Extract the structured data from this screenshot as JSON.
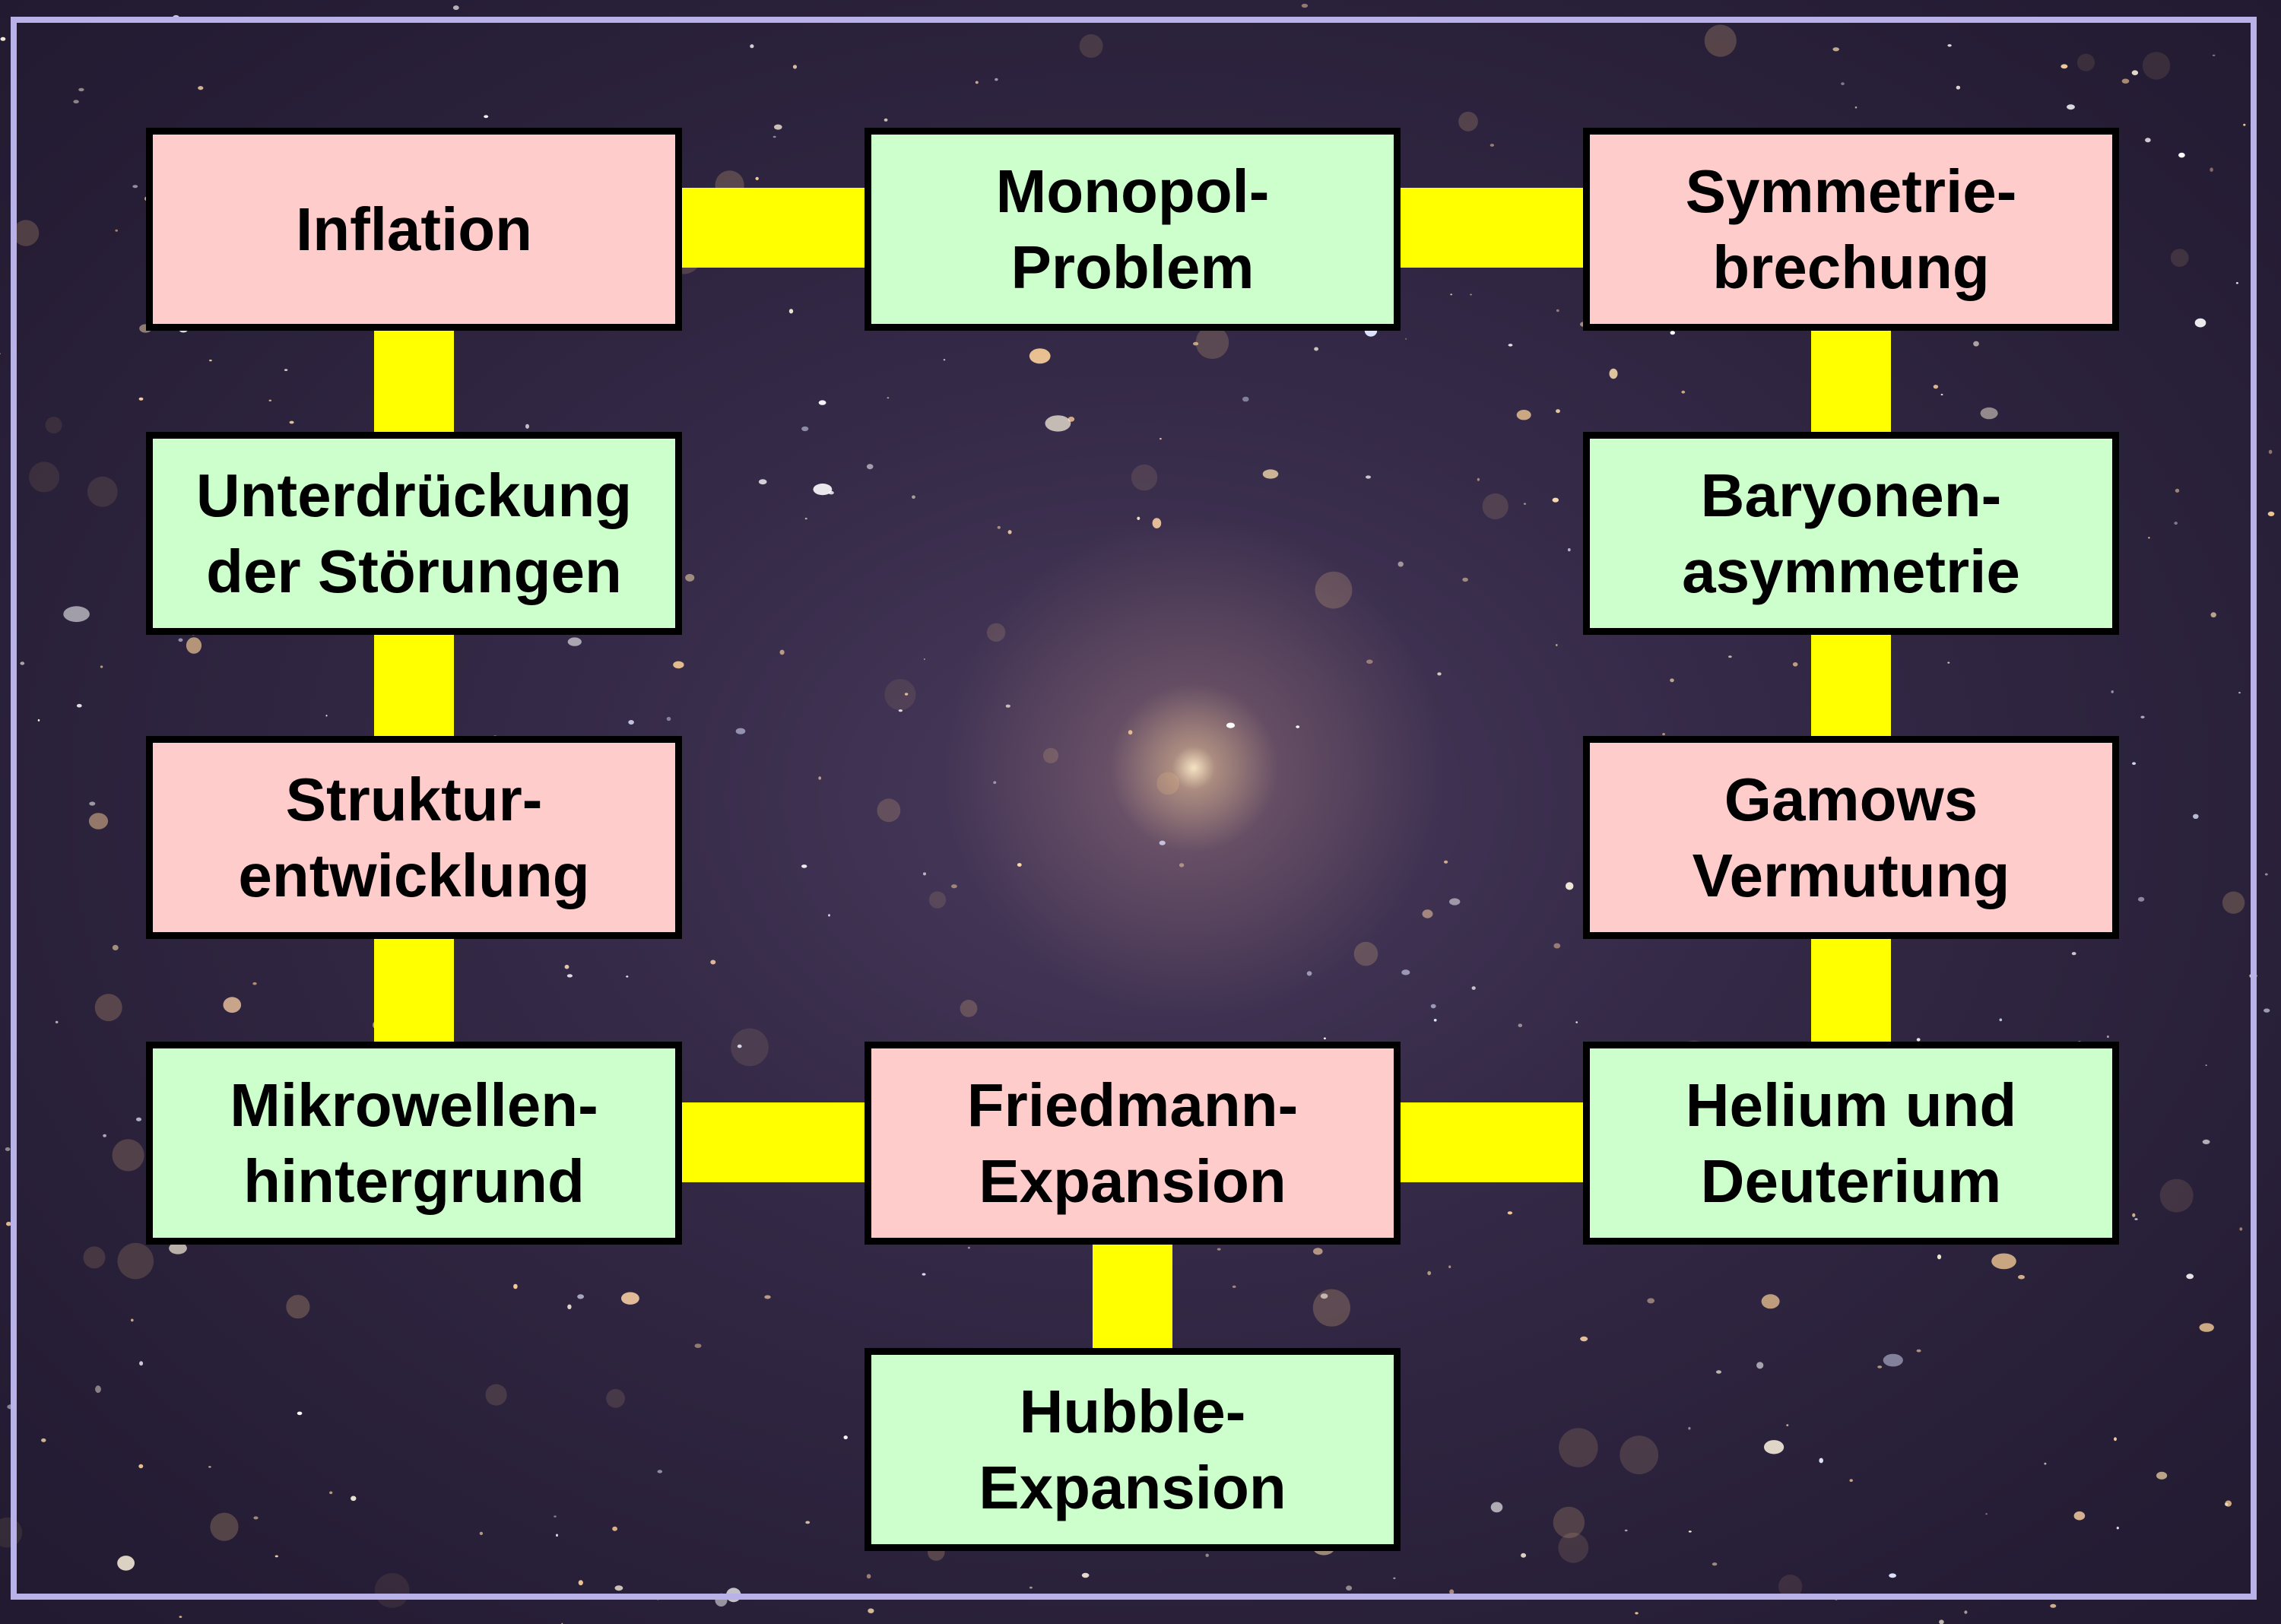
{
  "colors": {
    "pink": "#ffcccc",
    "green": "#ccffcc",
    "connector": "#ffff00",
    "border": "#000000",
    "frame": "#b9b2e8"
  },
  "nodes": {
    "inflation": {
      "text": "Inflation",
      "color": "pink"
    },
    "monopol": {
      "text": "Monopol-\nProblem",
      "color": "green"
    },
    "symmetrie": {
      "text": "Symmetrie-\nbrechung",
      "color": "pink"
    },
    "unterdrueckung": {
      "text": "Unterdrückung\nder Störungen",
      "color": "green"
    },
    "baryonen": {
      "text": "Baryonen-\nasymmetrie",
      "color": "green"
    },
    "struktur": {
      "text": "Struktur-\nentwicklung",
      "color": "pink"
    },
    "gamows": {
      "text": "Gamows\nVermutung",
      "color": "pink"
    },
    "mikrowellen": {
      "text": "Mikrowellen-\nhintergrund",
      "color": "green"
    },
    "friedmann": {
      "text": "Friedmann-\nExpansion",
      "color": "pink"
    },
    "helium": {
      "text": "Helium und\nDeuterium",
      "color": "green"
    },
    "hubble": {
      "text": "Hubble-\nExpansion",
      "color": "green"
    }
  },
  "edges": [
    [
      "inflation",
      "monopol"
    ],
    [
      "monopol",
      "symmetrie"
    ],
    [
      "inflation",
      "unterdrueckung"
    ],
    [
      "unterdrueckung",
      "struktur"
    ],
    [
      "struktur",
      "mikrowellen"
    ],
    [
      "symmetrie",
      "baryonen"
    ],
    [
      "baryonen",
      "gamows"
    ],
    [
      "gamows",
      "helium"
    ],
    [
      "mikrowellen",
      "friedmann"
    ],
    [
      "friedmann",
      "helium"
    ],
    [
      "friedmann",
      "hubble"
    ]
  ]
}
